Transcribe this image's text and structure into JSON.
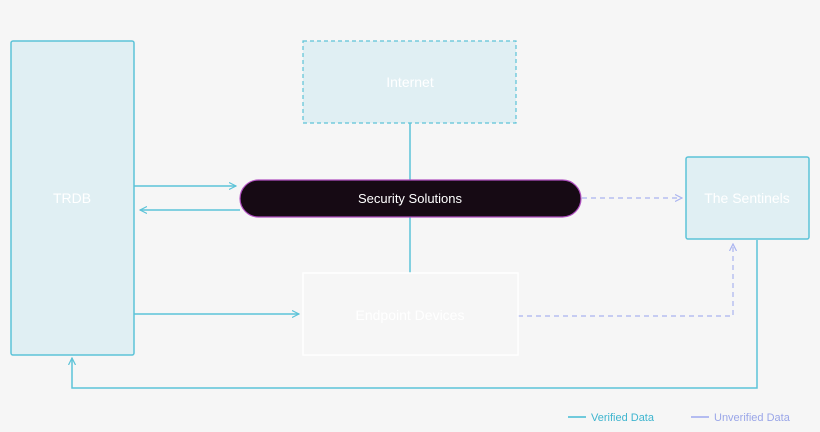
{
  "nodes": {
    "trdb": {
      "label": "TRDB"
    },
    "internet": {
      "label": "Internet"
    },
    "security": {
      "label": "Security Solutions"
    },
    "sentinels": {
      "label": "The Sentinels"
    },
    "endpoint": {
      "label": "Endpoint Devices"
    }
  },
  "legend": {
    "verified": "Verified Data",
    "unverified": "Unverified Data"
  },
  "colors": {
    "background": "#f6f6f6",
    "verified": "#5cc3d8",
    "unverified": "#aab4f0",
    "box_fill": "#e0eff3",
    "pill_fill": "#160a14",
    "pill_border": "#b04fc0",
    "endpoint_border": "#ffffff",
    "legend_verified_text": "#3fb5cf",
    "legend_unverified_text": "#9aa6e8"
  }
}
